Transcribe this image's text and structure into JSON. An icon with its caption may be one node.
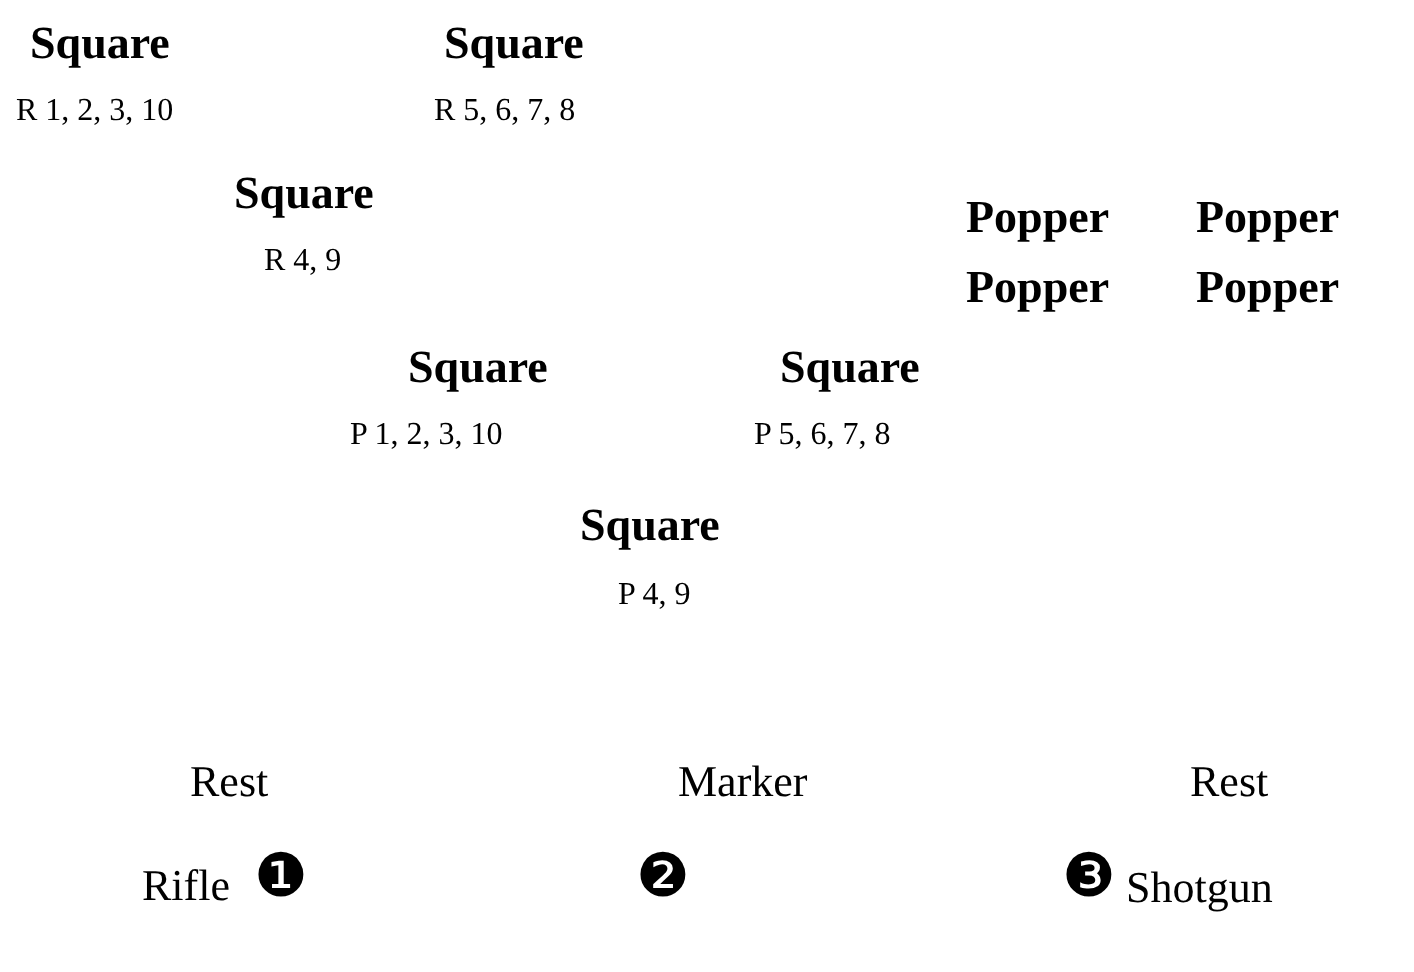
{
  "diagram": {
    "labels": [
      "Square",
      "Square",
      "R 1, 2, 3, 10",
      "R 5, 6, 7, 8",
      "Square",
      "R 4, 9",
      "Popper",
      "Popper",
      "Popper",
      "Popper",
      "Square",
      "Square",
      "P 1, 2, 3, 10",
      "P 5, 6, 7, 8",
      "Square",
      "P 4, 9",
      "Rest",
      "Marker",
      "Rest",
      "Rifle",
      "❶",
      "❷",
      "❸",
      "Shotgun"
    ]
  }
}
